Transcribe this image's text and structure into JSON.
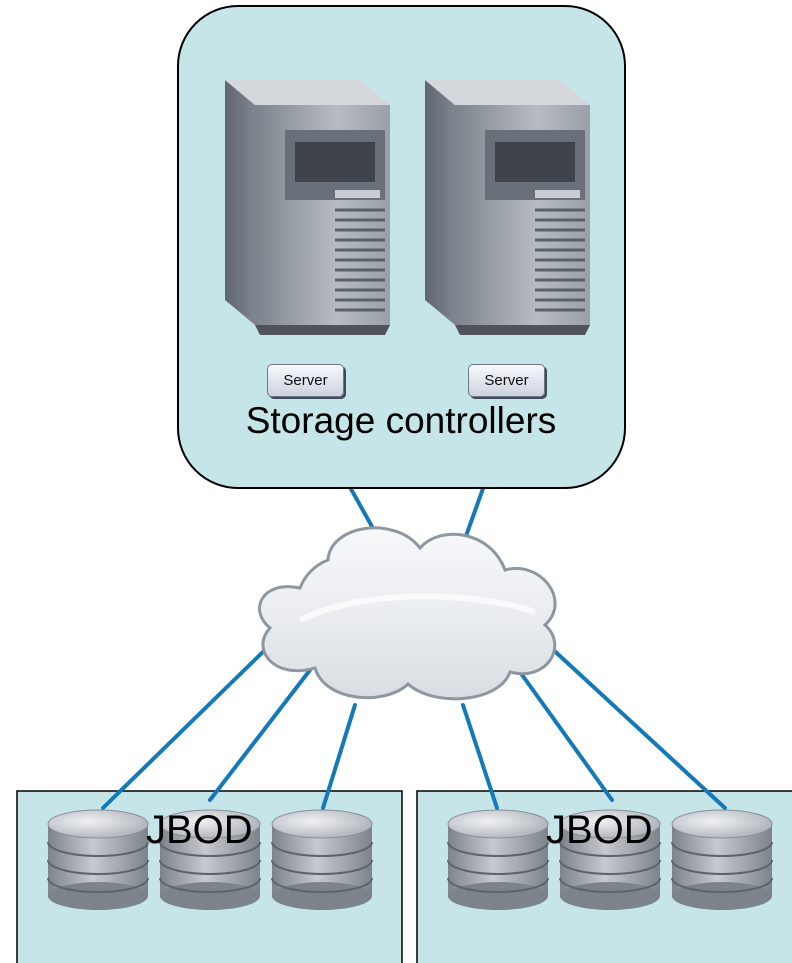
{
  "controllers": {
    "label": "Storage controllers",
    "servers": [
      {
        "badge": "Server",
        "icon": "server-tower-icon"
      },
      {
        "badge": "Server",
        "icon": "server-tower-icon"
      }
    ]
  },
  "network": {
    "icon": "cloud-icon"
  },
  "jbods": [
    {
      "label": "JBOD",
      "disks": 3,
      "icon": "disk-stack-icon"
    },
    {
      "label": "JBOD",
      "disks": 3,
      "icon": "disk-stack-icon"
    }
  ],
  "colors": {
    "panel_fill": "#c6e5e8",
    "link": "#1479b8",
    "cloud_fill": "#eef1f4",
    "cloud_stroke": "#8e979f",
    "disk_body": "#9ea3aa",
    "server_body": "#8c929b"
  }
}
